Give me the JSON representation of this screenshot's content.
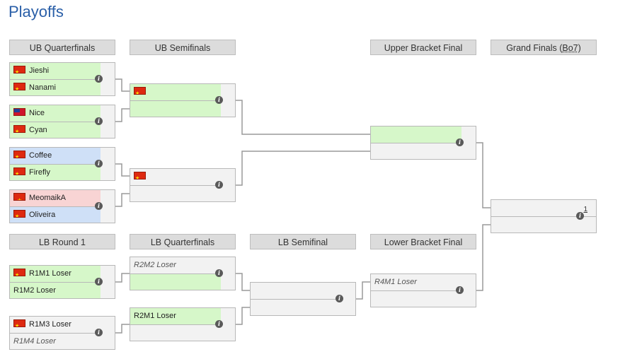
{
  "page": {
    "title": "Playoffs"
  },
  "headers": {
    "ub_qf": "UB Quarterfinals",
    "ub_sf": "UB Semifinals",
    "ub_final": "Upper Bracket Final",
    "grand_finals_prefix": "Grand Finals (",
    "grand_finals_abbr": "Bo7",
    "grand_finals_suffix": ")",
    "lb_r1": "LB Round 1",
    "lb_qf": "LB Quarterfinals",
    "lb_sf": "LB Semifinal",
    "lb_final": "Lower Bracket Final"
  },
  "ub_qf": [
    {
      "top": "Jieshi",
      "bot": "Nanami"
    },
    {
      "top": "Nice",
      "bot": "Cyan"
    },
    {
      "top": "Coffee",
      "bot": "Firefly"
    },
    {
      "top": "MeomaikA",
      "bot": "Oliveira"
    }
  ],
  "lb_r1": [
    {
      "top": "R1M1 Loser",
      "bot": "R1M2 Loser"
    },
    {
      "top": "R1M3 Loser",
      "bot": "R1M4 Loser"
    }
  ],
  "lb_qf": [
    {
      "top": "R2M2 Loser"
    },
    {
      "top": "R2M1 Loser"
    }
  ],
  "lb_final": {
    "top": "R4M1 Loser"
  },
  "grand_finals": {
    "score": "1"
  },
  "icons": {
    "info": "info-icon",
    "flag_cn": "flag-cn-icon",
    "flag_tw": "flag-tw-icon",
    "flag_vn": "flag-vn-icon"
  }
}
